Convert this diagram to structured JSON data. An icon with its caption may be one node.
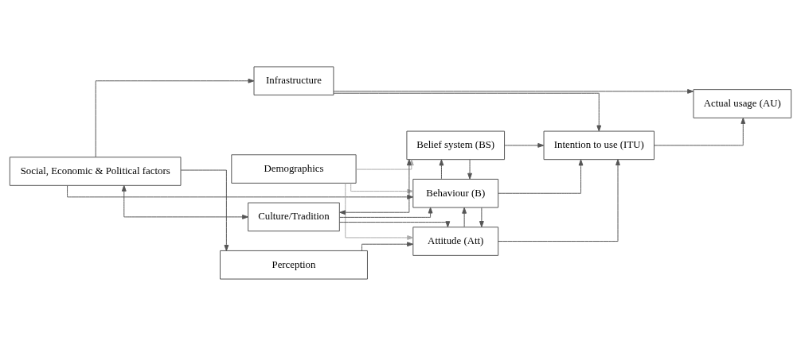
{
  "diagram": {
    "nodes": [
      {
        "text": [
          "Social, Economic & Political factors"
        ]
      },
      {
        "text": [
          "Perception"
        ]
      },
      {
        "text": [
          "Demographics"
        ]
      },
      {
        "text": [
          "Culture/Tradition"
        ]
      },
      {
        "text": [
          "Attitude (Att)"
        ]
      },
      {
        "text": [
          "Behaviour (B)"
        ]
      },
      {
        "text": [
          "Belief system (BS)"
        ]
      },
      {
        "text": [
          "Intention to use (ITU)"
        ]
      },
      {
        "text": [
          "Actual usage (AU)"
        ]
      },
      {
        "text": [
          "Infrastructure"
        ]
      }
    ],
    "edges": [
      {
        "from": 0,
        "to": 1,
        "arrow": "to"
      },
      {
        "from": 0,
        "to": 3,
        "arrow": "both"
      },
      {
        "from": 1,
        "to": 4,
        "arrow": "to"
      },
      {
        "from": 2,
        "to": 4,
        "arrow": "to",
        "color": "#aaaaaa"
      },
      {
        "from": 2,
        "to": 5,
        "arrow": "to",
        "color": "#aaaaaa"
      },
      {
        "from": 2,
        "to": 6,
        "arrow": "to",
        "color": "#aaaaaa"
      },
      {
        "from": 3,
        "to": 5,
        "arrow": "to"
      },
      {
        "from": 3,
        "to": 4,
        "arrow": "to"
      },
      {
        "from": 4,
        "to": 5,
        "arrow": "to"
      },
      {
        "from": 5,
        "to": 4,
        "arrow": "to"
      },
      {
        "from": 5,
        "to": 6,
        "arrow": "to"
      },
      {
        "from": 6,
        "to": 5,
        "arrow": "to"
      },
      {
        "from": 3,
        "to": 6,
        "arrow": "both"
      },
      {
        "from": 0,
        "to": 5,
        "arrow": "to"
      },
      {
        "from": 4,
        "to": 7,
        "arrow": "to"
      },
      {
        "from": 5,
        "to": 7,
        "arrow": "to"
      },
      {
        "from": 6,
        "to": 7,
        "arrow": "to"
      },
      {
        "from": 7,
        "to": 8,
        "arrow": "to"
      },
      {
        "from": 0,
        "to": 9,
        "arrow": "to"
      },
      {
        "from": 9,
        "to": 7,
        "arrow": "to"
      },
      {
        "from": 9,
        "to": 8,
        "arrow": "to"
      }
    ]
  }
}
